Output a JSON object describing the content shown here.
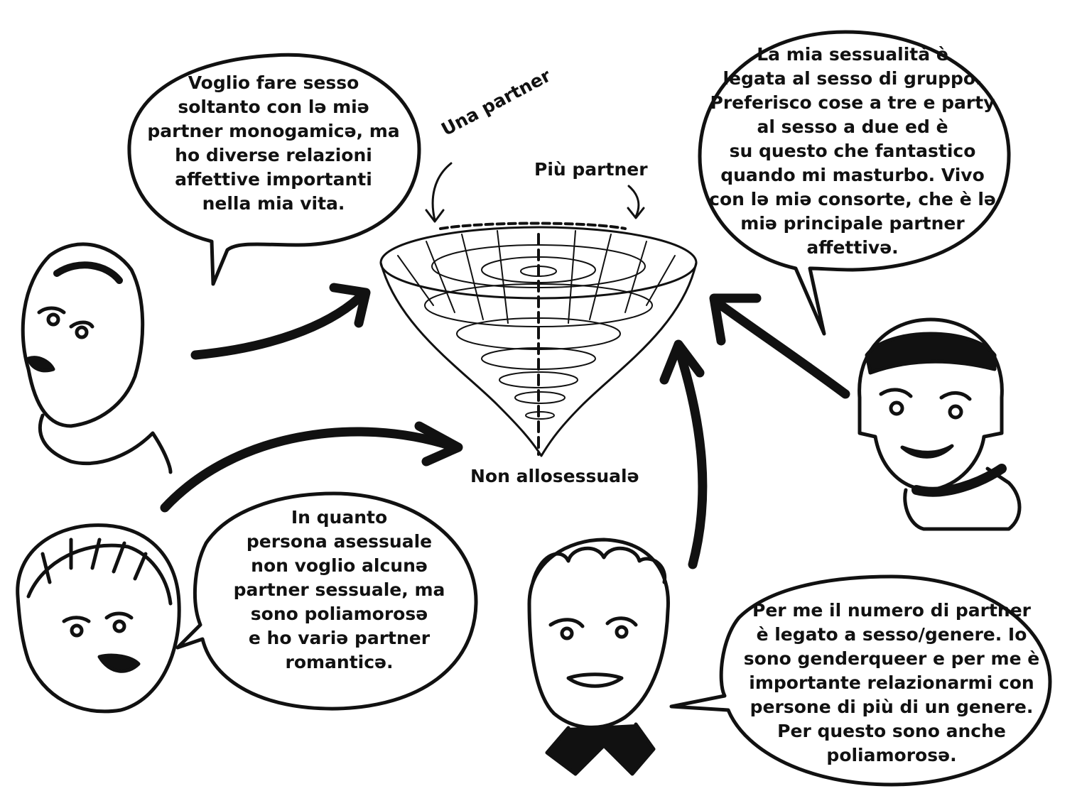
{
  "labels": {
    "una_partner": "Una partner",
    "piu_partner": "Più partner",
    "non_allosessuale": "Non allosessualə"
  },
  "bubbles": {
    "top_left": "Voglio fare sesso\nsoltanto con lə miə\npartner monogamicə, ma\nho diverse relazioni\naffettive importanti\nnella mia vita.",
    "top_right": "La mia sessualità è\nlegata al sesso di gruppo.\nPreferisco cose a tre e party\nal sesso a due ed è\nsu questo che fantastico\nquando mi masturbo. Vivo\ncon lə miə consorte, che è lə\nmiə principale partner\naffettivə.",
    "bottom_left": "In quanto\npersona asessuale\nnon voglio alcunə\npartner sessuale, ma\nsono poliamorosə\ne ho variə partner\nromanticə.",
    "bottom_right": "Per me il numero di partner\nè legato a sesso/genere. Io\nsono genderqueer e per me è\nimportante relazionarmi con\npersone di più di un genere.\nPer questo sono anche\npoliamorosə."
  },
  "characters": [
    "headscarf-person",
    "bob-haircut-person",
    "short-hair-person",
    "curly-hair-person"
  ],
  "colors": {
    "ink": "#111111",
    "paper": "#ffffff"
  }
}
